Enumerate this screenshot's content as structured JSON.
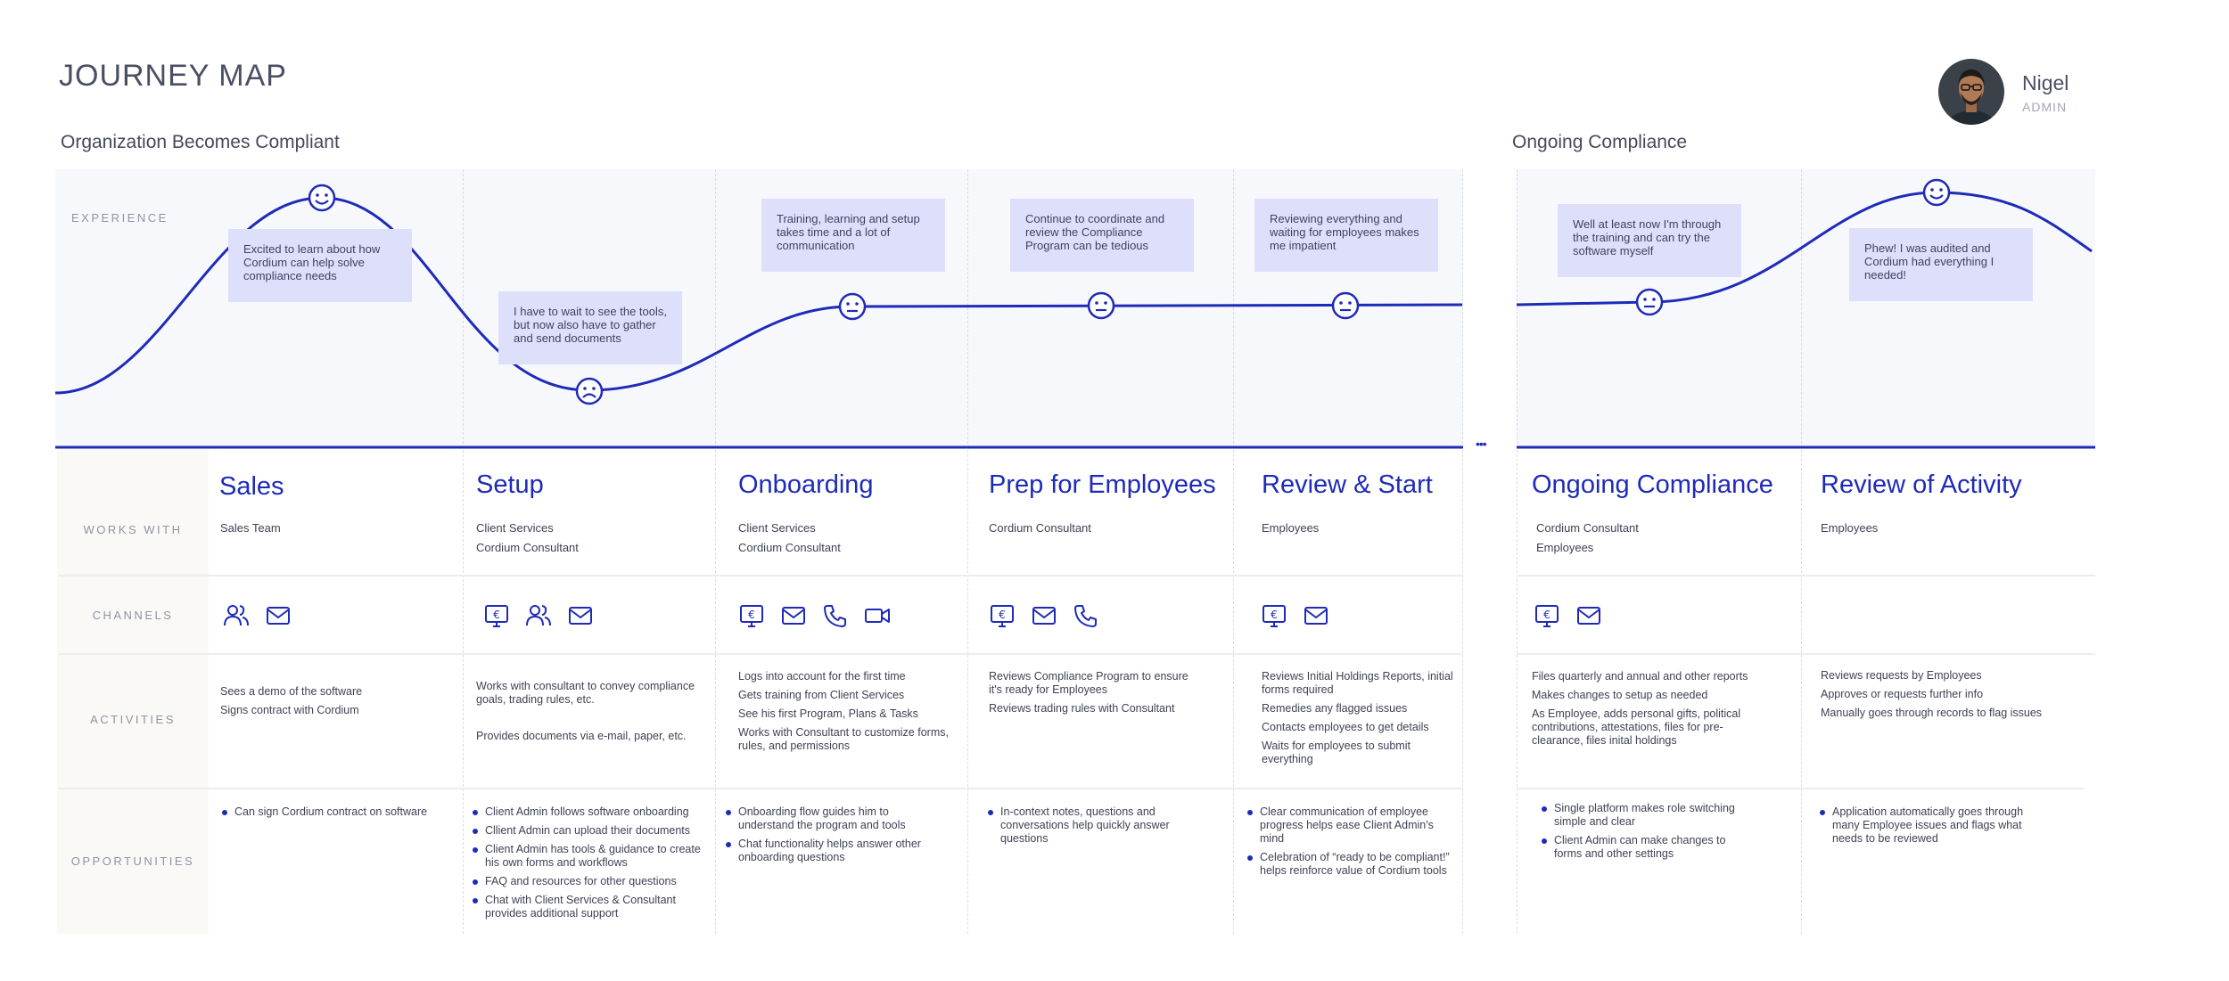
{
  "page": {
    "title": "JOURNEY MAP",
    "section_left": "Organization Becomes Compliant",
    "section_right": "Ongoing Compliance"
  },
  "user": {
    "name": "Nigel",
    "role": "ADMIN"
  },
  "row_labels": {
    "experience": "EXPERIENCE",
    "works_with": "WORKS WITH",
    "channels": "CHANNELS",
    "activities": "ACTIVITIES",
    "opportunities": "OPPORTUNITIES"
  },
  "ellipsis": "•••",
  "colors": {
    "accent": "#1e2bb8",
    "bubble": "#dee0fb",
    "band": "#f7f8fc"
  },
  "bubbles": [
    {
      "text": "Excited to learn about how Cordium can help solve compliance needs",
      "mood": "happy"
    },
    {
      "text": "I have to wait to see the tools, but now also have to gather and send documents",
      "mood": "sad"
    },
    {
      "text": "Training, learning and setup takes time and a lot of communication",
      "mood": "neutral"
    },
    {
      "text": "Continue to coordinate and review the Compliance Program can be tedious",
      "mood": "neutral"
    },
    {
      "text": "Reviewing everything and waiting for employees makes me impatient",
      "mood": "neutral"
    },
    {
      "text": "Well at least now I'm through the training and can try the software myself",
      "mood": "neutral"
    },
    {
      "text": "Phew! I was audited and Cordium had everything I needed!",
      "mood": "happy"
    }
  ],
  "stages": [
    {
      "name": "Sales",
      "works_with": [
        "Sales Team"
      ],
      "channels": [
        "people-icon",
        "mail-icon"
      ],
      "activities": [
        "Sees a demo of the software",
        "Signs contract with Cordium"
      ],
      "opportunities": [
        "Can sign Cordium contract on software"
      ]
    },
    {
      "name": "Setup",
      "works_with": [
        "Client Services",
        "Cordium Consultant"
      ],
      "channels": [
        "screen-app-icon",
        "people-icon",
        "mail-icon"
      ],
      "activities": [
        "Works with consultant to convey compliance goals, trading rules, etc.",
        "",
        "Provides documents via e-mail, paper, etc."
      ],
      "opportunities": [
        "Client Admin follows software onboarding",
        "Cllient Admin can upload their documents",
        "Client Admin has tools & guidance to create his own forms and workflows",
        "FAQ and resources for other questions",
        "Chat with Client Services & Consultant provides additional support"
      ]
    },
    {
      "name": "Onboarding",
      "works_with": [
        "Client Services",
        "Cordium Consultant"
      ],
      "channels": [
        "screen-app-icon",
        "mail-icon",
        "phone-icon",
        "video-icon"
      ],
      "activities": [
        "Logs into account for the first time",
        "Gets training from Client Services",
        "See his first Program, Plans & Tasks",
        "Works with Consultant to customize forms, rules, and permissions"
      ],
      "opportunities": [
        "Onboarding flow guides him to understand the program and tools",
        "Chat functionality helps answer other onboarding questions"
      ]
    },
    {
      "name": "Prep for Employees",
      "works_with": [
        "Cordium Consultant"
      ],
      "channels": [
        "screen-app-icon",
        "mail-icon",
        "phone-icon"
      ],
      "activities": [
        "Reviews Compliance Program to ensure it's ready for Employees",
        "Reviews trading rules with Consultant"
      ],
      "opportunities": [
        "In-context notes, questions and conversations help quickly answer questions"
      ]
    },
    {
      "name": "Review & Start",
      "works_with": [
        "Employees"
      ],
      "channels": [
        "screen-app-icon",
        "mail-icon"
      ],
      "activities": [
        "Reviews Initial Holdings Reports, initial forms required",
        "Remedies any flagged issues",
        "Contacts employees to get details",
        "Waits for employees to submit everything"
      ],
      "opportunities": [
        "Clear communication of employee progress helps ease Client Admin's mind",
        "Celebration of “ready to be compliant!” helps reinforce value of Cordium tools"
      ]
    },
    {
      "name": "Ongoing Compliance",
      "works_with": [
        "Cordium Consultant",
        "Employees"
      ],
      "channels": [
        "screen-app-icon",
        "mail-icon"
      ],
      "activities": [
        "Files quarterly and annual and other reports",
        "Makes changes to setup as needed",
        "As Employee, adds personal gifts, political contributions, attestations, files for pre-clearance, files inital holdings"
      ],
      "opportunities": [
        "Single platform makes role switching simple and clear",
        "Client Admin can make changes to forms and other settings"
      ]
    },
    {
      "name": "Review of Activity",
      "works_with": [
        "Employees"
      ],
      "channels": [],
      "activities": [
        "Reviews requests by Employees",
        "Approves or requests further info",
        "Manually goes through records to flag issues"
      ],
      "opportunities": [
        "Application automatically goes through many Employee issues and flags what needs to be reviewed"
      ]
    }
  ]
}
